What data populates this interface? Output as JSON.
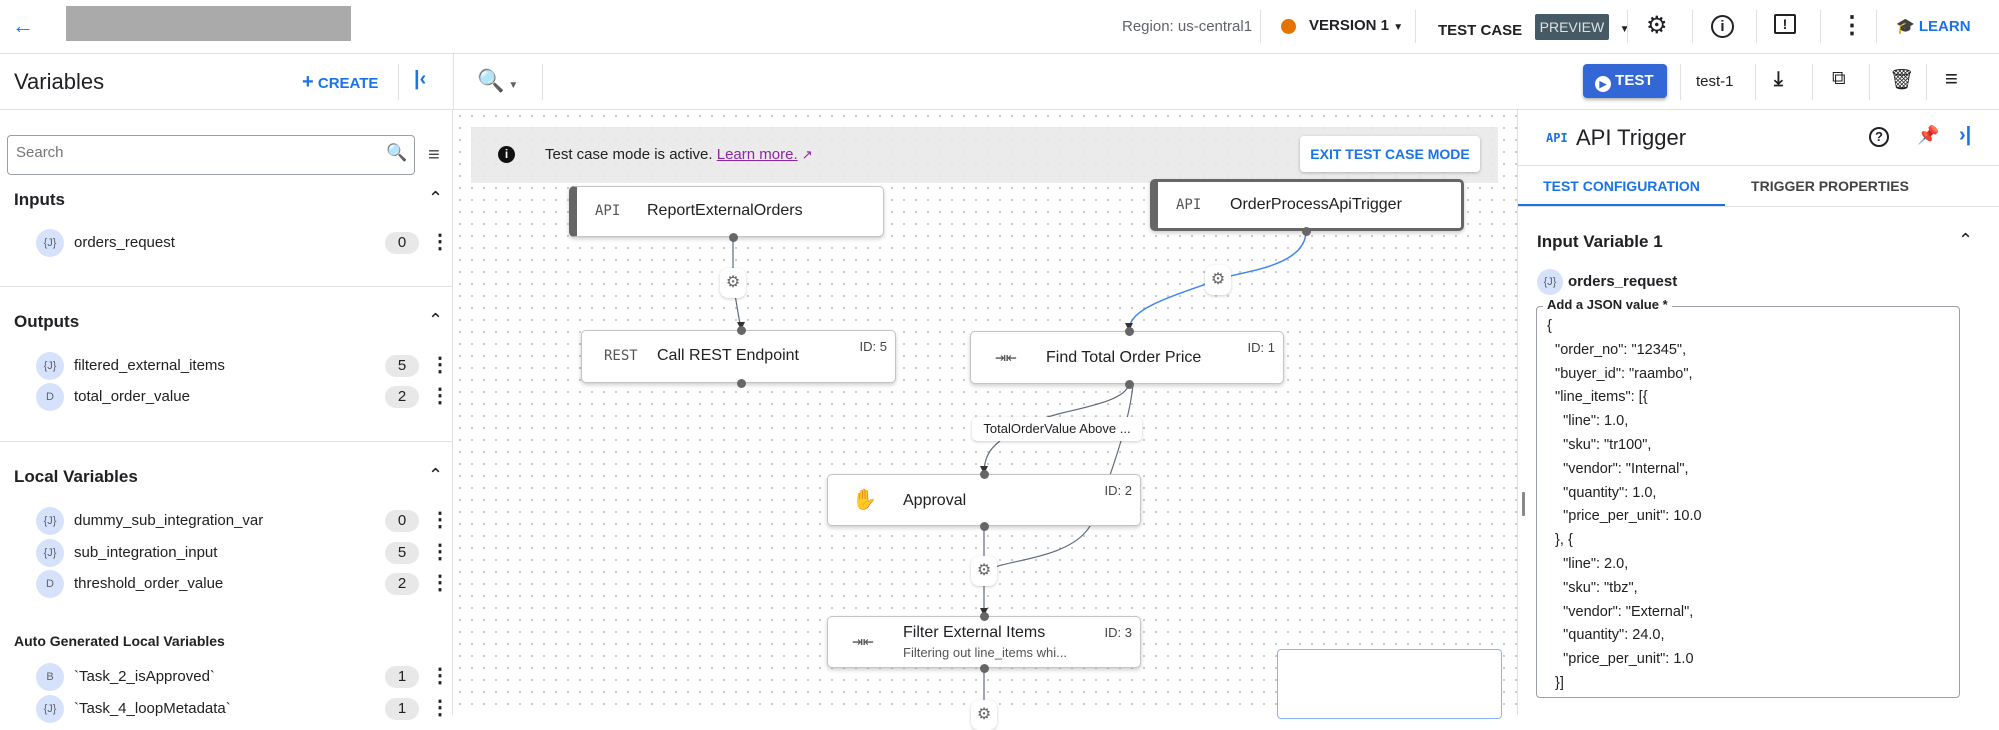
{
  "header": {
    "region": "Region: us-central1",
    "version": "VERSION 1",
    "version_status_color": "#e37400",
    "test_case": "TEST CASE",
    "preview_badge": "PREVIEW",
    "learn": "LEARN"
  },
  "toolbar": {
    "title": "Variables",
    "create": "CREATE",
    "test_button": "TEST",
    "test_case_name": "test-1"
  },
  "sidebar": {
    "search_placeholder": "Search",
    "sections": {
      "inputs": {
        "title": "Inputs",
        "items": [
          {
            "type": "{J}",
            "name": "orders_request",
            "count": "0"
          }
        ]
      },
      "outputs": {
        "title": "Outputs",
        "items": [
          {
            "type": "{J}",
            "name": "filtered_external_items",
            "count": "5"
          },
          {
            "type": "D",
            "name": "total_order_value",
            "count": "2"
          }
        ]
      },
      "local": {
        "title": "Local Variables",
        "items": [
          {
            "type": "{J}",
            "name": "dummy_sub_integration_var",
            "count": "0"
          },
          {
            "type": "{J}",
            "name": "sub_integration_input",
            "count": "5"
          },
          {
            "type": "D",
            "name": "threshold_order_value",
            "count": "2"
          }
        ]
      },
      "auto": {
        "title": "Auto Generated Local Variables",
        "items": [
          {
            "type": "B",
            "name": "`Task_2_isApproved`",
            "count": "1"
          },
          {
            "type": "{J}",
            "name": "`Task_4_loopMetadata`",
            "count": "1"
          }
        ]
      }
    }
  },
  "canvas": {
    "banner_text": "Test case mode is active.",
    "banner_link": "Learn more.",
    "exit_button": "EXIT TEST CASE MODE",
    "nodes": {
      "report": {
        "icon": "API",
        "title": "ReportExternalOrders"
      },
      "trigger": {
        "icon": "API",
        "title": "OrderProcessApiTrigger"
      },
      "rest": {
        "icon": "REST",
        "title": "Call REST Endpoint",
        "id": "ID: 5"
      },
      "find": {
        "title": "Find Total Order Price",
        "id": "ID: 1"
      },
      "approval": {
        "title": "Approval",
        "id": "ID: 2"
      },
      "filter": {
        "title": "Filter External Items",
        "subtitle": "Filtering out line_items whi...",
        "id": "ID: 3"
      }
    },
    "edge_label": "TotalOrderValue Above ...",
    "active_edge_color": "#4285f4"
  },
  "panel": {
    "icon": "API",
    "title": "API Trigger",
    "tabs": [
      "TEST CONFIGURATION",
      "TRIGGER PROPERTIES"
    ],
    "active_tab": "TEST CONFIGURATION",
    "section_title": "Input Variable 1",
    "variable_type": "{J}",
    "variable_name": "orders_request",
    "json_label": "Add a JSON value *",
    "json_value": "{\n  \"order_no\": \"12345\",\n  \"buyer_id\": \"raambo\",\n  \"line_items\": [{\n    \"line\": 1.0,\n    \"sku\": \"tr100\",\n    \"vendor\": \"Internal\",\n    \"quantity\": 1.0,\n    \"price_per_unit\": 10.0\n  }, {\n    \"line\": 2.0,\n    \"sku\": \"tbz\",\n    \"vendor\": \"External\",\n    \"quantity\": 24.0,\n    \"price_per_unit\": 1.0\n  }]\n}"
  },
  "accent_color": "#1a73e8"
}
